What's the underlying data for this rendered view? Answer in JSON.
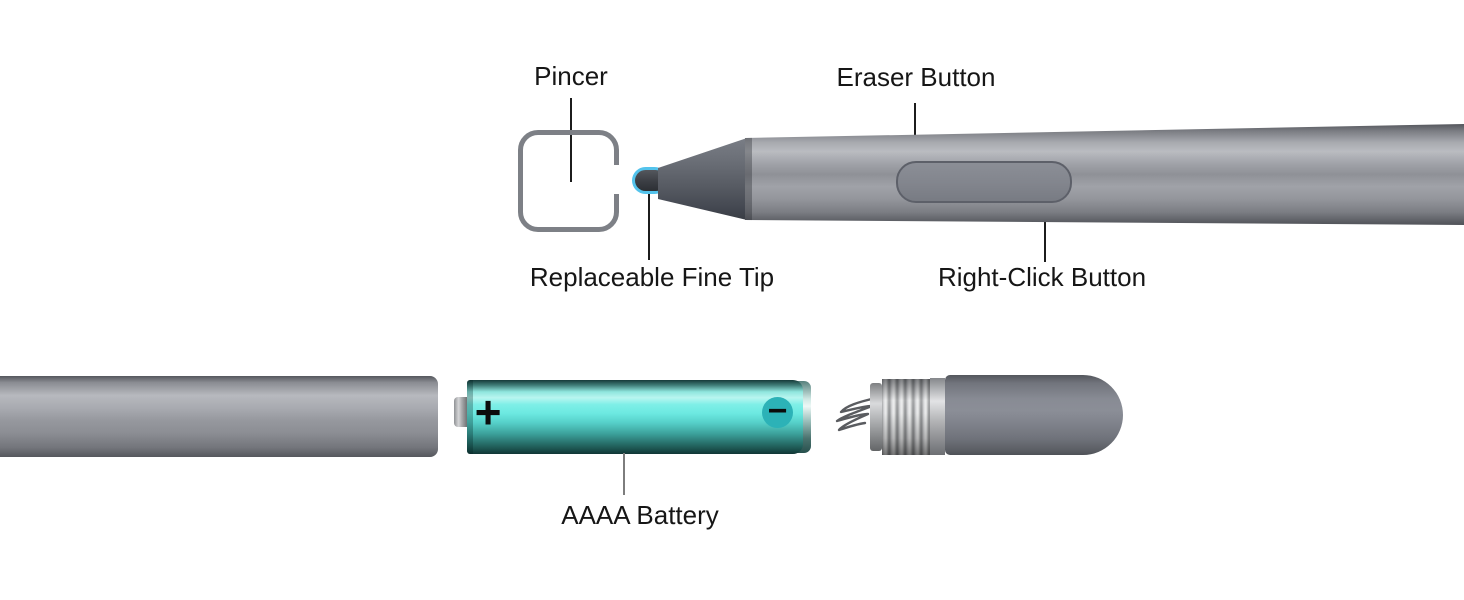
{
  "figure": {
    "type": "product-diagram",
    "subject": "Stylus pen feature callouts and battery compartment exploded view",
    "background": "#ffffff"
  },
  "callouts": {
    "pincer": {
      "label": "Pincer"
    },
    "eraser_button": {
      "label": "Eraser Button"
    },
    "replaceable_fine_tip": {
      "label": "Replaceable Fine Tip"
    },
    "right_click_button": {
      "label": "Right-Click Button"
    },
    "aaaa_battery": {
      "label": "AAAA Battery"
    }
  },
  "battery": {
    "positive_label": "+",
    "negative_label": "−"
  },
  "colors": {
    "label_text": "#161616",
    "callout_line": "#1c1c1c",
    "battery_callout_line": "#7d7d7d",
    "pen_metal_highlight": "#babcc1",
    "pen_metal_shadow": "#54565c",
    "nose_cone": "#4a4e56",
    "tip_highlight_blue": "#53c3ec",
    "battery_cyan": "#6ce9e1",
    "battery_teal_dark": "#1c5450",
    "minus_badge_teal": "#2cb2b7",
    "end_cap_gray": "#7e818a",
    "pincer_frame_gray": "#7d8086"
  }
}
